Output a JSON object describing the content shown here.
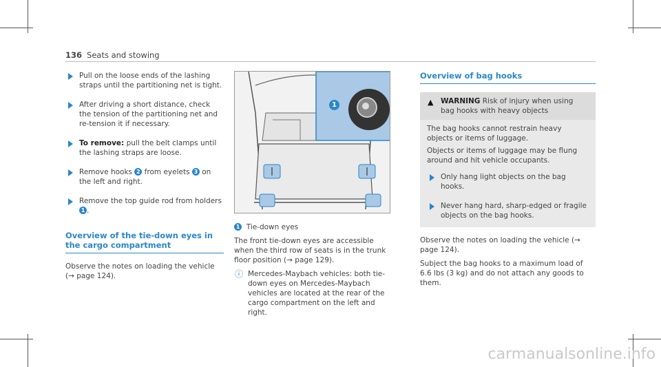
{
  "header": {
    "page_number": "136",
    "title": "Seats and stowing"
  },
  "left": {
    "steps": [
      {
        "text": "Pull on the loose ends of the lashing straps until the partitioning net is tight."
      },
      {
        "text": "After driving a short distance, check the tension of the partitioning net and re-tension it if necessary."
      },
      {
        "bold": "To remove:",
        "text": " pull the belt clamps until the lashing straps are loose."
      },
      {
        "pre": "Remove hooks ",
        "n1": "2",
        "mid": " from eyelets ",
        "n2": "3",
        "post": " on the left and right."
      },
      {
        "pre": "Remove the top guide rod from holders ",
        "n1": "1",
        "post": "."
      }
    ],
    "section_title": "Overview of the tie-down eyes in the cargo compartment",
    "observe": "Observe the notes on loading the vehicle (→ page 124)."
  },
  "middle": {
    "legend_num": "1",
    "legend_text": "Tie-down eyes",
    "para": "The front tie-down eyes are accessible when the third row of seats is in the trunk floor position (→ page 129).",
    "info": "Mercedes-Maybach vehicles: both tie-down eyes on Mercedes-Maybach vehicles are located at the rear of the cargo compartment on the left and right.",
    "figure": {
      "callout": "1"
    }
  },
  "right": {
    "section_title": "Overview of bag hooks",
    "warning": {
      "label": "WARNING",
      "title": " Risk of injury when using bag hooks with heavy objects",
      "p1": "The bag hooks cannot restrain heavy objects or items of luggage.",
      "p2": "Objects or items of luggage may be flung around and hit vehicle occupants.",
      "steps": [
        "Only hang light objects on the bag hooks.",
        "Never hang hard, sharp-edged or fragile objects on the bag hooks."
      ]
    },
    "observe": "Observe the notes on loading the vehicle (→ page 124).",
    "subject": "Subject the bag hooks to a maximum load of 6.6 lbs (3 kg) and do not attach any goods to them."
  },
  "watermark": "carmanualsonline.info"
}
